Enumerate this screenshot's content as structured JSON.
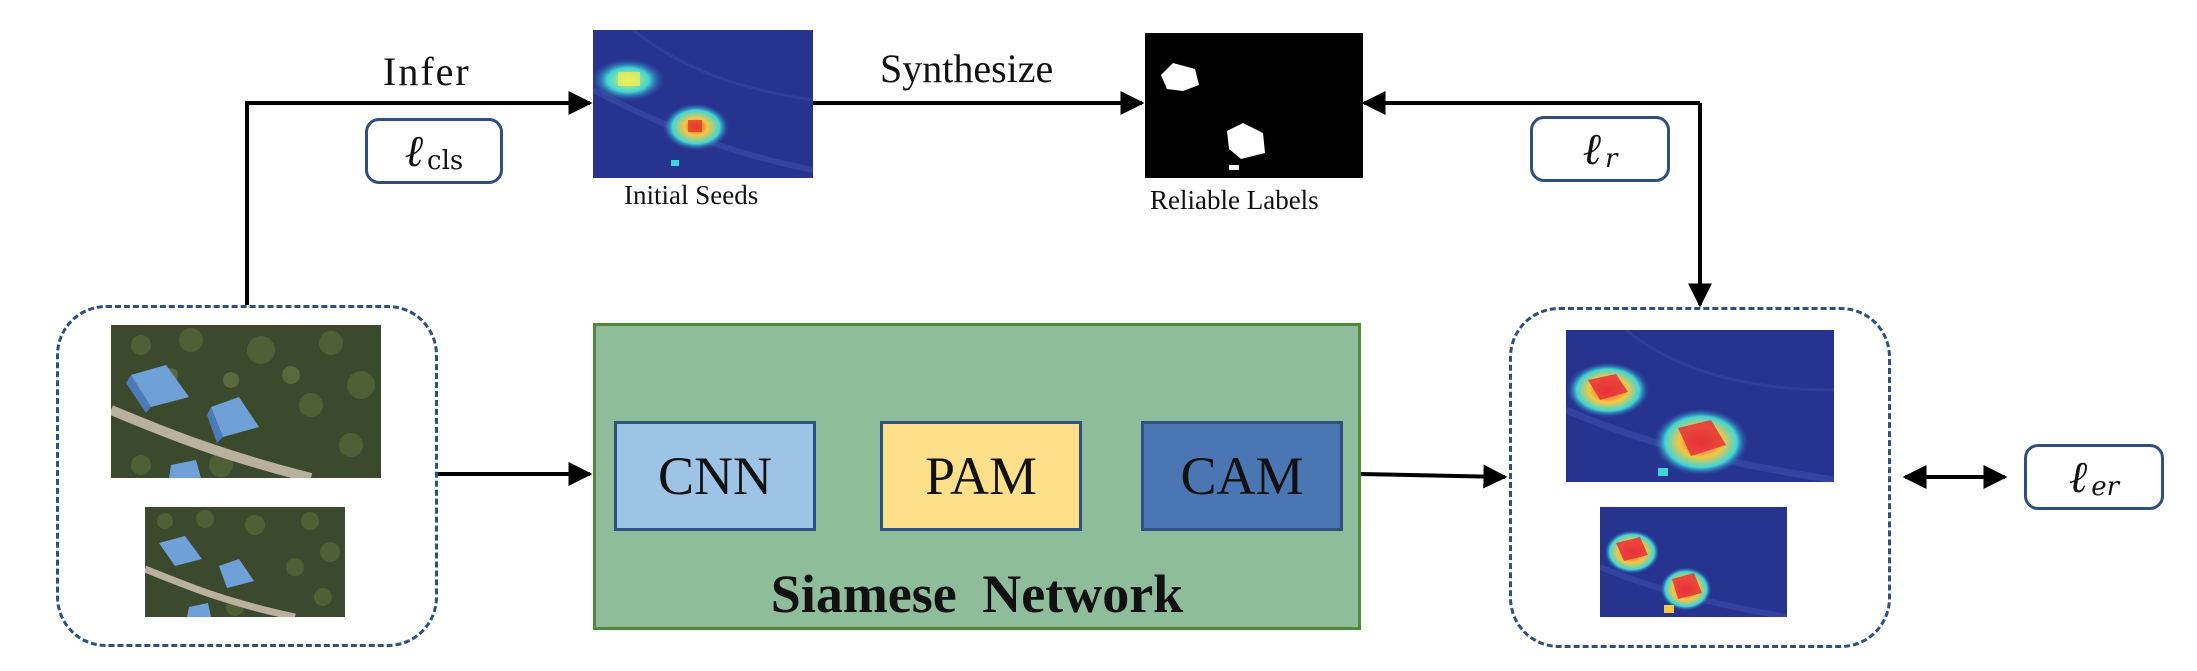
{
  "edges": {
    "infer_label": "Infer",
    "synthesize_label": "Synthesize"
  },
  "images": {
    "initial_seeds_caption": "Initial Seeds",
    "reliable_labels_caption": "Reliable Labels"
  },
  "losses": {
    "cls": {
      "symbol": "ℓ",
      "subscript": "cls"
    },
    "r": {
      "symbol": "ℓ",
      "subscript": "r"
    },
    "er": {
      "symbol": "ℓ",
      "subscript": "er"
    }
  },
  "network": {
    "title": "Siamese Network",
    "modules": [
      "CNN",
      "PAM",
      "CAM"
    ]
  },
  "colors": {
    "frame": "#2f4f7f",
    "network_bg": "#8fbc9a",
    "network_border": "#4f8a3a",
    "cnn": "#9dc3e6",
    "pam": "#ffe08a",
    "cam": "#4a76b4"
  }
}
